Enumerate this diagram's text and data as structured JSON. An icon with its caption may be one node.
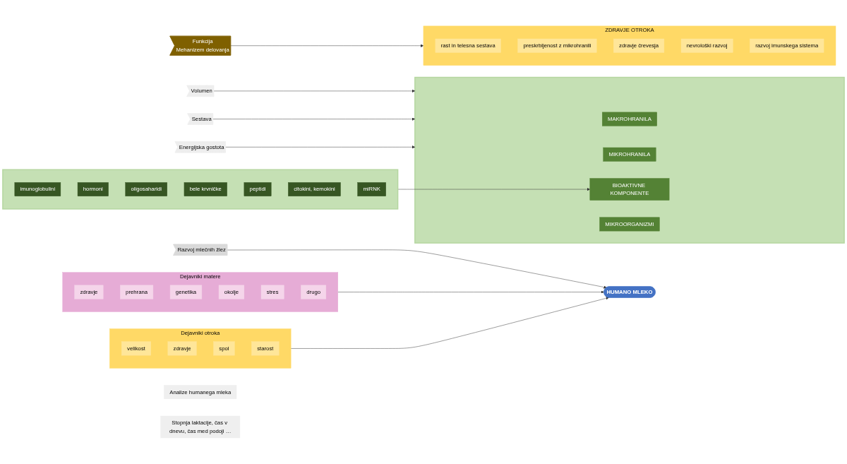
{
  "diagram": {
    "nodes": [
      {
        "text": [
          "Dejavniki matere"
        ]
      },
      {
        "text": [
          "zdravje"
        ],
        "in": 0
      },
      {
        "text": [
          "prehrana"
        ],
        "in": 0
      },
      {
        "text": [
          "genetika"
        ],
        "in": 0
      },
      {
        "text": [
          "okolje"
        ],
        "in": 0
      },
      {
        "text": [
          "stres"
        ],
        "in": 0
      },
      {
        "text": [
          "drugo"
        ],
        "in": 0
      },
      {
        "text": [
          "Funkcija",
          "Mehanizem delovanja"
        ]
      },
      {
        "text": [
          "Razvoj mlečnih žlez"
        ]
      },
      {
        "text": [
          "HUMANO MLEKO"
        ]
      },
      {
        "text": [
          "Volumen"
        ]
      },
      {
        "text": [
          "Sestava"
        ]
      },
      {
        "text": [
          "Energijska gostota"
        ]
      },
      {
        "text": [
          "Dejavniki otroka"
        ]
      },
      {
        "text": [
          "velikost"
        ],
        "in": 13
      },
      {
        "text": [
          "zdravje"
        ],
        "in": 13
      },
      {
        "text": [
          "spol"
        ],
        "in": 13
      },
      {
        "text": [
          "starost"
        ],
        "in": 13
      },
      {
        "text": [],
        "shape": "box"
      },
      {
        "text": [
          "MAKROHRANILA"
        ],
        "in": 18
      },
      {
        "text": [
          "MIKROHRANILA"
        ],
        "in": 18
      },
      {
        "text": [
          "BIOAKTIVNE KOMPONENTE"
        ],
        "in": 18
      },
      {
        "text": [
          "MIKROORGANIZMI"
        ],
        "in": 18
      },
      {
        "text": [],
        "shape": "box"
      },
      {
        "text": [
          "imunoglobulini"
        ],
        "in": 23
      },
      {
        "text": [
          "hormoni"
        ],
        "in": 23
      },
      {
        "text": [
          "oligosaharidi"
        ],
        "in": 23
      },
      {
        "text": [
          "bele krvničke"
        ],
        "in": 23
      },
      {
        "text": [
          "peptidi"
        ],
        "in": 23
      },
      {
        "text": [
          "citokini, kemokini"
        ],
        "in": 23
      },
      {
        "text": [
          "miRNK"
        ],
        "in": 23
      },
      {
        "text": [
          "ZDRAVJE OTROKA"
        ]
      },
      {
        "text": [
          "rast in telesna sestava"
        ],
        "in": 31
      },
      {
        "text": [
          "preskrbljenost z mikrohranili"
        ],
        "in": 31
      },
      {
        "text": [
          "zdravje črevesja"
        ],
        "in": 31
      },
      {
        "text": [
          "nevrološki razvoj"
        ],
        "in": 31
      },
      {
        "text": [
          "razvoj imunskega sistema"
        ],
        "in": 31
      },
      {
        "text": [
          "Analize humanega mleka"
        ]
      },
      {
        "text": [
          "Stopnja laktacije, čas v dnevu, čas med podoji …"
        ]
      }
    ],
    "edges": [
      {
        "from": 0,
        "to": 9,
        "arrow": "to"
      },
      {
        "from": 13,
        "to": 9,
        "arrow": "to"
      },
      {
        "from": 8,
        "to": 9,
        "arrow": "to"
      },
      {
        "from": 10,
        "to": 18,
        "arrow": "to"
      },
      {
        "from": 11,
        "to": 18,
        "arrow": "to"
      },
      {
        "from": 12,
        "to": 18,
        "arrow": "to"
      },
      {
        "from": 23,
        "to": 21,
        "arrow": "to"
      },
      {
        "from": 7,
        "to": 31,
        "arrow": "to"
      }
    ]
  }
}
